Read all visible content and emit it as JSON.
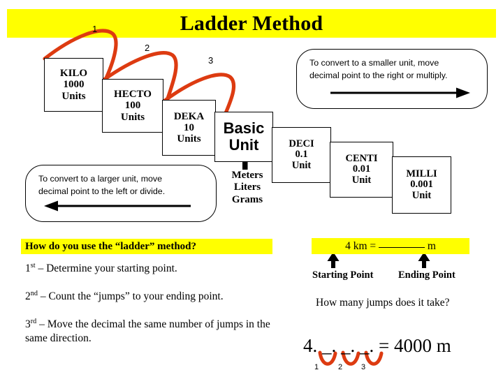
{
  "slide": {
    "title": "Ladder Method"
  },
  "ladder": {
    "steps": [
      {
        "name": "KILO",
        "value": "1000",
        "unit": "Units"
      },
      {
        "name": "HECTO",
        "value": "100",
        "unit": "Units"
      },
      {
        "name": "DEKA",
        "value": "10",
        "unit": "Units"
      },
      {
        "name": "Basic",
        "value": "Unit",
        "unit": ""
      },
      {
        "name": "DECI",
        "value": "0.1",
        "unit": "Unit"
      },
      {
        "name": "CENTI",
        "value": "0.01",
        "unit": "Unit"
      },
      {
        "name": "MILLI",
        "value": "0.001",
        "unit": "Unit"
      }
    ],
    "jump_labels": [
      "1",
      "2",
      "3"
    ],
    "basic_unit_examples": [
      "Meters",
      "Liters",
      "Grams"
    ]
  },
  "callouts": {
    "smaller": {
      "line1": "To convert to a smaller unit, move",
      "line2": "decimal  point to the right or multiply.",
      "direction": "right"
    },
    "larger": {
      "line1": "To convert to a larger unit, move",
      "line2": "decimal  point to the left or divide.",
      "direction": "left"
    }
  },
  "instructions": {
    "heading": "How do you use the “ladder” method?",
    "step1_ord": "1",
    "step1_sup": "st",
    "step1_text": " – Determine your starting point.",
    "step2_ord": "2",
    "step2_sup": "nd",
    "step2_text": " – Count the “jumps” to your ending point.",
    "step3_ord": "3",
    "step3_sup": "rd",
    "step3_text": " – Move the decimal the same number of jumps in the same direction."
  },
  "example": {
    "equation_left": "4 km = ",
    "equation_right": " m",
    "starting_point_label": "Starting Point",
    "ending_point_label": "Ending Point",
    "question": "How many jumps does it take?",
    "decimal_expression": "4. _. _. _. = 4000 m",
    "jump_numbers": [
      "1",
      "2",
      "3"
    ]
  },
  "colors": {
    "highlight": "#ffff00",
    "jump_arrow": "#dd3b11",
    "outline": "#000000",
    "background": "#ffffff"
  }
}
